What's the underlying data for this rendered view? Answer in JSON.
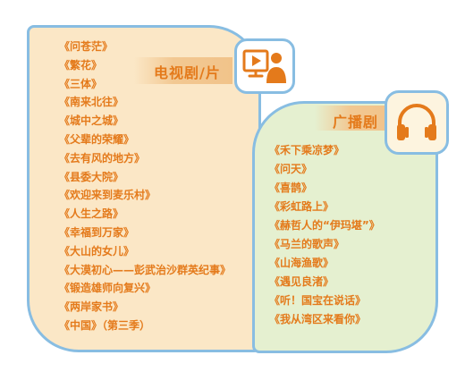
{
  "tv": {
    "title": "电视剧/片",
    "icon": "tv-presenter-icon",
    "items": [
      {
        "label": "《问苍茫》"
      },
      {
        "label": "《繁花》"
      },
      {
        "label": "《三体》"
      },
      {
        "label": "《南来北往》"
      },
      {
        "label": "《城中之城》"
      },
      {
        "label": "《父辈的荣耀》"
      },
      {
        "label": "《去有风的地方》"
      },
      {
        "label": "《县委大院》"
      },
      {
        "label": "《欢迎来到麦乐村》"
      },
      {
        "label": "《人生之路》"
      },
      {
        "label": "《幸福到万家》"
      },
      {
        "label": "《大山的女儿》"
      },
      {
        "label": "《大漠初心——彭武治沙群英纪事》"
      },
      {
        "label": "《锻造雄师向复兴》"
      },
      {
        "label": "《两岸家书》"
      },
      {
        "label": "《中国》（第三季）"
      }
    ]
  },
  "radio": {
    "title": "广播剧",
    "icon": "headphones-icon",
    "items": [
      {
        "label": "《禾下乘凉梦》"
      },
      {
        "label": "《问天》"
      },
      {
        "label": "《喜鹊》"
      },
      {
        "label": "《彩虹路上》"
      },
      {
        "label": "《赫哲人的“伊玛堪”》"
      },
      {
        "label": "《马兰的歌声》"
      },
      {
        "label": "《山海渔歌》"
      },
      {
        "label": "《遇见良渚》"
      },
      {
        "label": "《听！国宝在说话》"
      },
      {
        "label": "《我从湾区来看你》"
      }
    ]
  },
  "colors": {
    "text_accent": "#e47a1b",
    "border": "#88bde2",
    "tv_card_bg": "#fbe7c6",
    "radio_card_bg": "#e5f0d0",
    "header_band": "#f1c38a"
  }
}
